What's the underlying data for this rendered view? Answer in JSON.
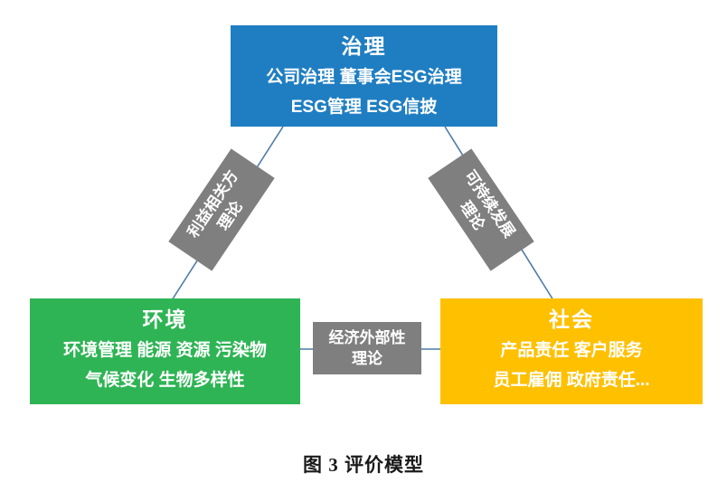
{
  "nodes": {
    "governance": {
      "title": "治理",
      "line1": "公司治理 董事会ESG治理",
      "line2": "ESG管理 ESG信披"
    },
    "environment": {
      "title": "环境",
      "line1": "环境管理 能源 资源 污染物",
      "line2": "气候变化 生物多样性"
    },
    "society": {
      "title": "社会",
      "line1": "产品责任 客户服务",
      "line2": "员工雇佣 政府责任..."
    }
  },
  "edges": {
    "left": {
      "line1": "利益相关方",
      "line2": "理论"
    },
    "right": {
      "line1": "可持续发展",
      "line2": "理论"
    },
    "bottom": {
      "line1": "经济外部性",
      "line2": "理论"
    }
  },
  "caption": "图 3  评价模型",
  "colors": {
    "governance": "#1F7EC2",
    "environment": "#2EB454",
    "society": "#FFC000",
    "label": "#7F7F7F",
    "line": "#4A7BA6"
  }
}
